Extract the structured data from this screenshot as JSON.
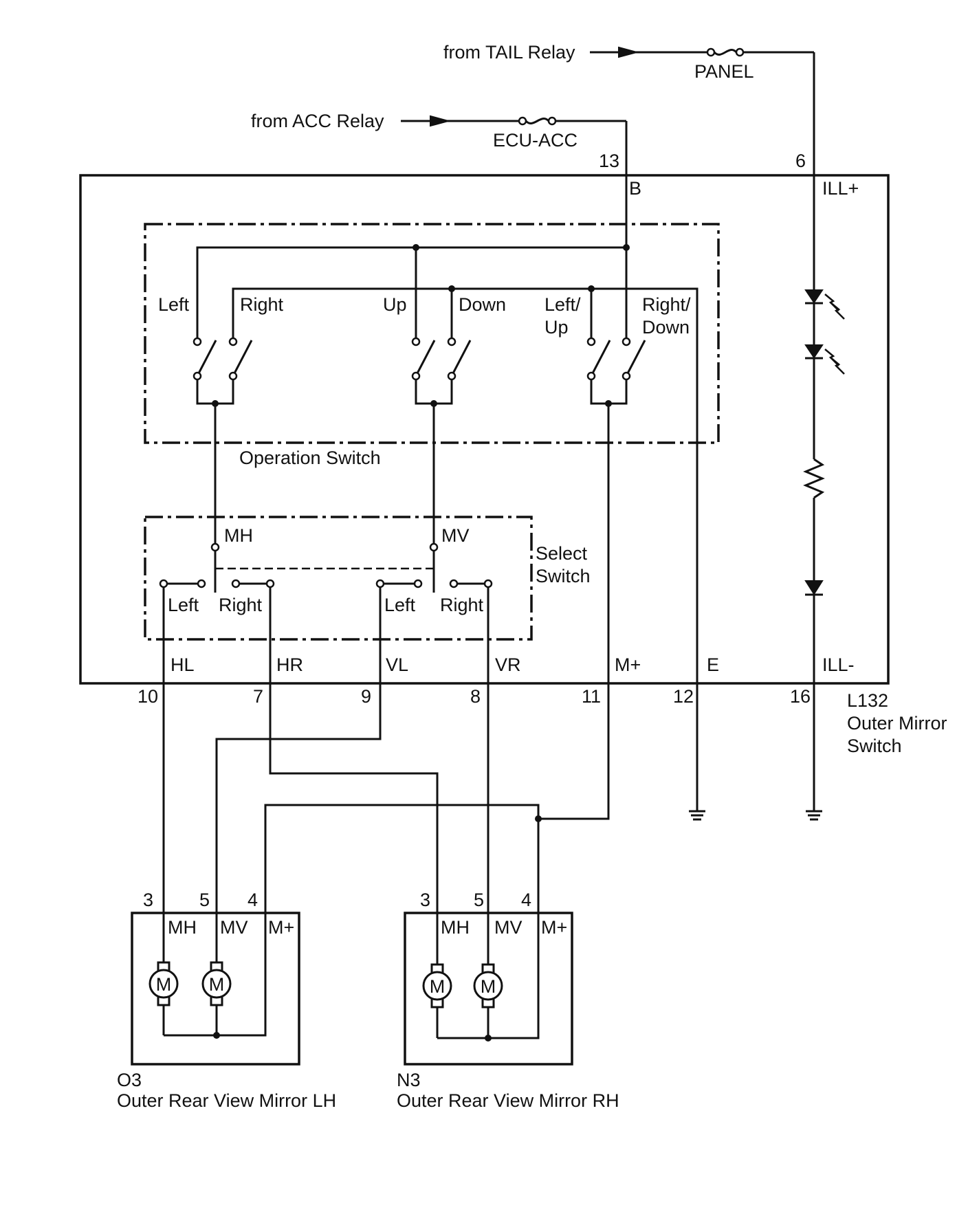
{
  "sources": {
    "tail_relay": "from TAIL Relay",
    "acc_relay": "from ACC Relay"
  },
  "fuses": {
    "panel": "PANEL",
    "ecu_acc": "ECU-ACC"
  },
  "switch_unit": {
    "code": "L132",
    "name_line1": "Outer Mirror",
    "name_line2": "Switch",
    "top_pins": {
      "b_num": "13",
      "b_name": "B",
      "ill_num": "6",
      "ill_name": "ILL+"
    },
    "bottom_pins": [
      {
        "num": "10",
        "name": "HL"
      },
      {
        "num": "7",
        "name": "HR"
      },
      {
        "num": "9",
        "name": "VL"
      },
      {
        "num": "8",
        "name": "VR"
      },
      {
        "num": "11",
        "name": "M+"
      },
      {
        "num": "12",
        "name": "E"
      },
      {
        "num": "16",
        "name": "ILL-"
      }
    ]
  },
  "operation_switch": {
    "title": "Operation Switch",
    "left": "Left",
    "right": "Right",
    "up": "Up",
    "down": "Down",
    "left_up_1": "Left/",
    "left_up_2": "Up",
    "right_down_1": "Right/",
    "right_down_2": "Down"
  },
  "select_switch": {
    "title_1": "Select",
    "title_2": "Switch",
    "mh": "MH",
    "mv": "MV",
    "left_h": "Left",
    "right_h": "Right",
    "left_v": "Left",
    "right_v": "Right"
  },
  "mirror_lh": {
    "code": "O3",
    "name": "Outer Rear View Mirror LH",
    "pins": [
      {
        "num": "3",
        "name": "MH"
      },
      {
        "num": "5",
        "name": "MV"
      },
      {
        "num": "4",
        "name": "M+"
      }
    ],
    "motor": "M"
  },
  "mirror_rh": {
    "code": "N3",
    "name": "Outer Rear View Mirror RH",
    "pins": [
      {
        "num": "3",
        "name": "MH"
      },
      {
        "num": "5",
        "name": "MV"
      },
      {
        "num": "4",
        "name": "M+"
      }
    ],
    "motor": "M"
  }
}
